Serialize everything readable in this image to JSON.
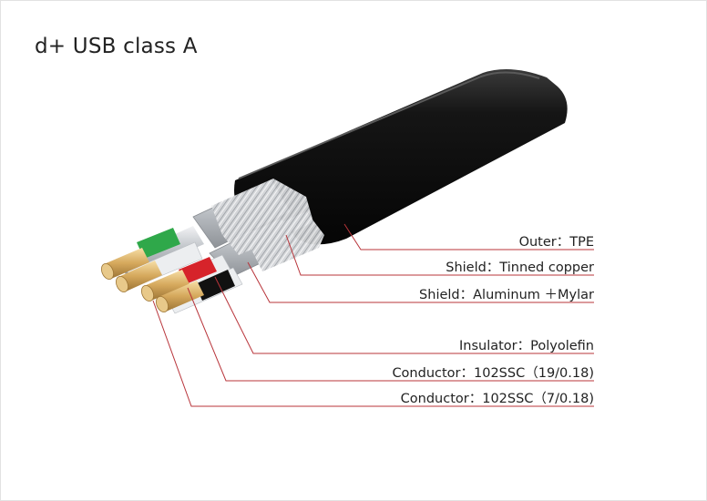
{
  "title": "d+ USB class A",
  "colors": {
    "outer_jacket": "#151515",
    "leader_line": "#b8343a",
    "insulator_green": "#2fa84a",
    "insulator_red": "#d6232a",
    "insulator_black": "#111111",
    "conductor_gold": "#d9b067",
    "shield_silver": "#c9ccd0"
  },
  "labels": [
    {
      "name": "outer",
      "text": "Outer：TPE"
    },
    {
      "name": "shield-tinned",
      "text": "Shield：Tinned copper"
    },
    {
      "name": "shield-aluminum",
      "text": "Shield：Aluminum ＋Mylar"
    },
    {
      "name": "insulator",
      "text": "Insulator：Polyolefin"
    },
    {
      "name": "conductor-19",
      "text": "Conductor：102SSC（19/0.18)"
    },
    {
      "name": "conductor-7",
      "text": "Conductor：102SSC（7/0.18)"
    }
  ]
}
